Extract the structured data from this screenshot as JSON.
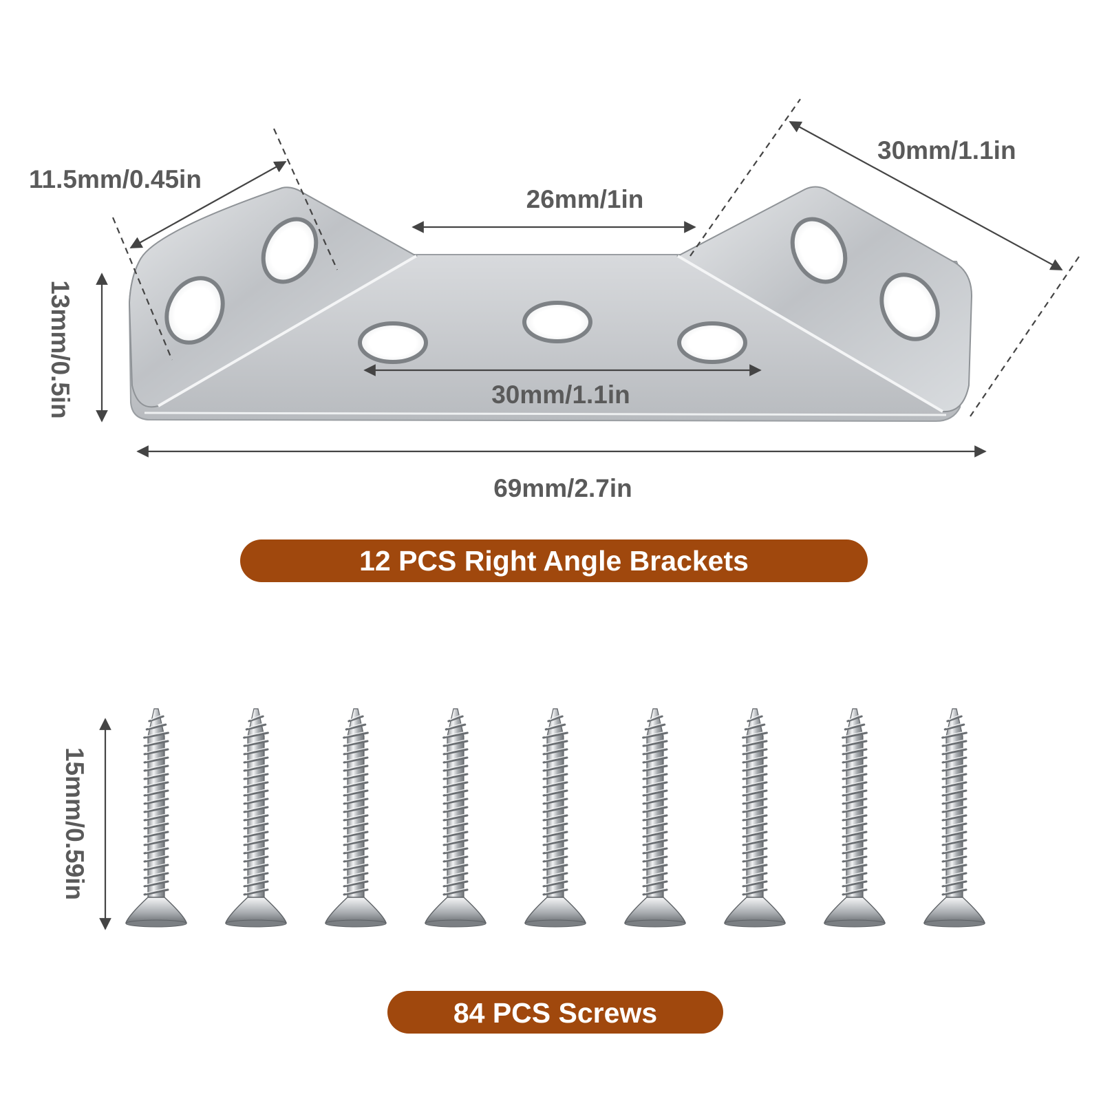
{
  "bracket": {
    "dim_top_left": "11.5mm/0.45in",
    "dim_top_center": "26mm/1in",
    "dim_top_right": "30mm/1.1in",
    "dim_height": "13mm/0.5in",
    "dim_holes": "30mm/1.1in",
    "dim_width": "69mm/2.7in",
    "label": "12 PCS Right Angle Brackets"
  },
  "screws": {
    "count_shown": 9,
    "dim_length": "15mm/0.59in",
    "label": "84 PCS Screws"
  },
  "colors": {
    "accent": "#A0480D",
    "metal": "#C9CCCF",
    "dim_text": "#5A5A5A"
  }
}
